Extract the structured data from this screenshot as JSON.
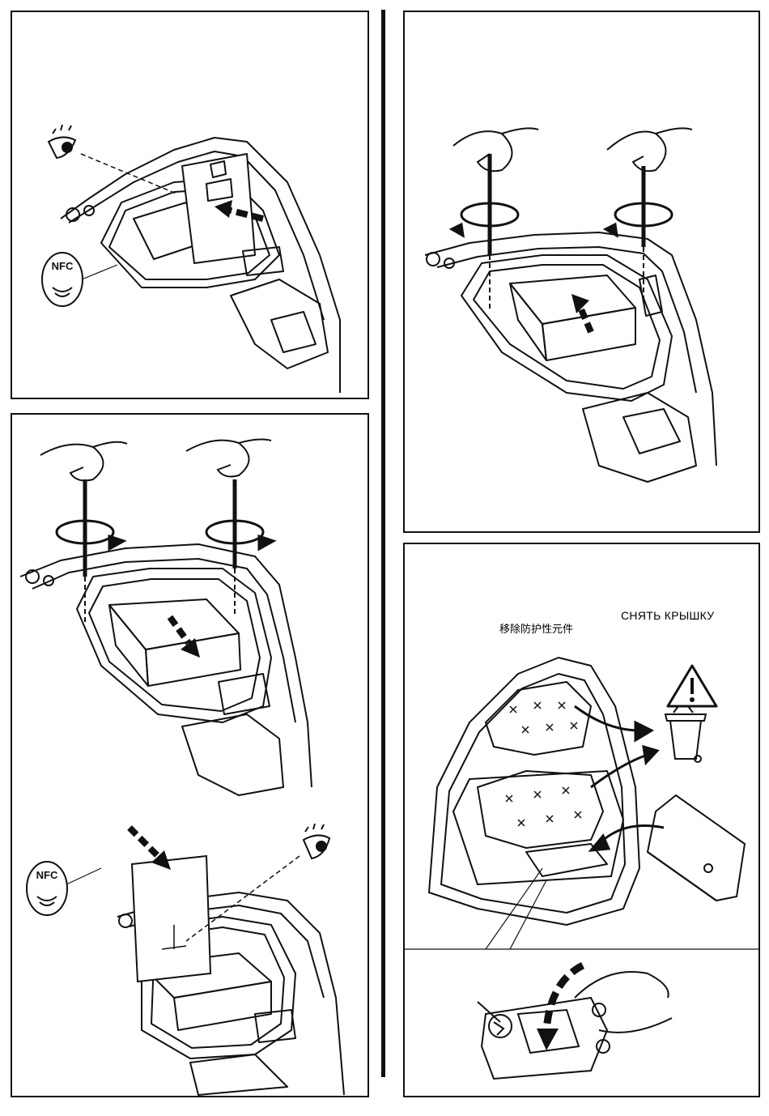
{
  "panels": [
    {
      "id": "panel-1",
      "badge": "NFC"
    },
    {
      "id": "panel-2"
    },
    {
      "id": "panel-3",
      "badge": "NFC"
    },
    {
      "id": "panel-4",
      "label_ru": "СНЯТЬ КРЫШКУ",
      "label_cn": "移除防护性元件"
    }
  ],
  "icons": [
    "eye-icon",
    "nfc-icon",
    "rotate-arrow-icon",
    "warning-icon",
    "recycle-bin-icon",
    "arrow-icon",
    "screwdriver-icon",
    "hand-icon"
  ],
  "colors": {
    "line": "#111111",
    "bg": "#ffffff"
  }
}
